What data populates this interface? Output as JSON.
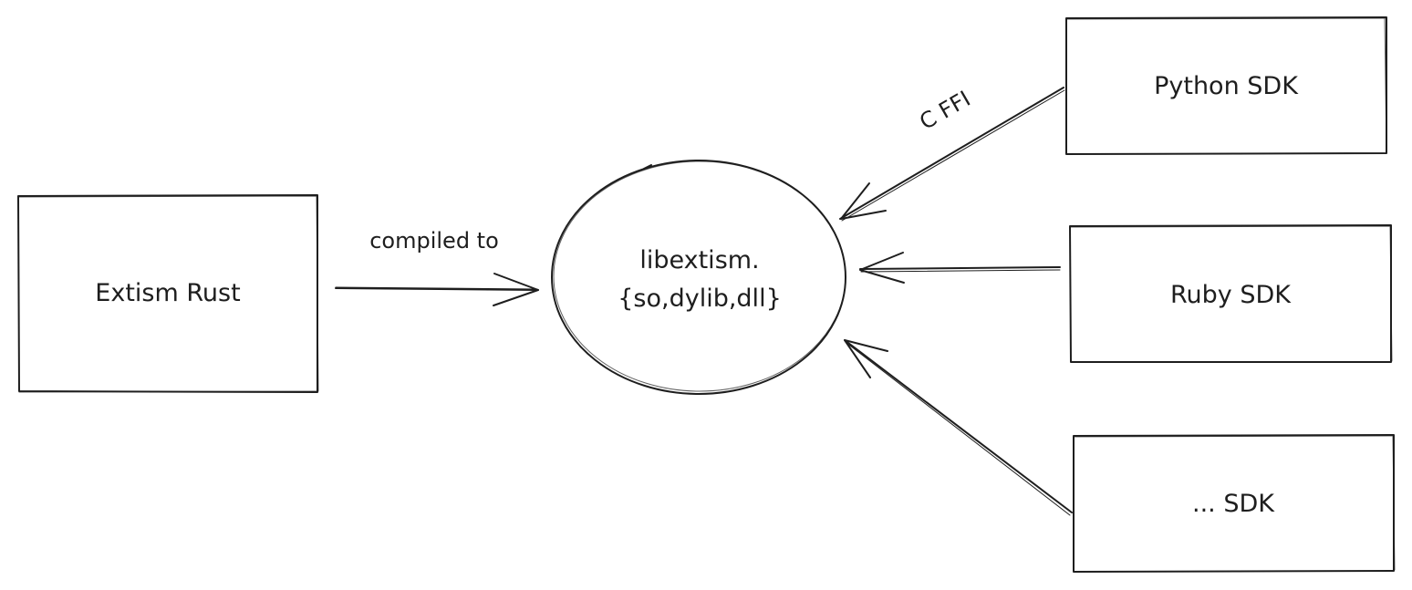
{
  "diagram": {
    "stroke_color": "#1e1e1e",
    "background": "#ffffff",
    "nodes": {
      "rust": {
        "label": "Extism Rust"
      },
      "lib": {
        "line1": "libextism.",
        "line2": "{so,dylib,dll}"
      },
      "python": {
        "label": "Python SDK"
      },
      "ruby": {
        "label": "Ruby SDK"
      },
      "other": {
        "label": "... SDK"
      }
    },
    "edges": {
      "compiled": {
        "label": "compiled to"
      },
      "cffi": {
        "label": "C FFI"
      }
    }
  }
}
